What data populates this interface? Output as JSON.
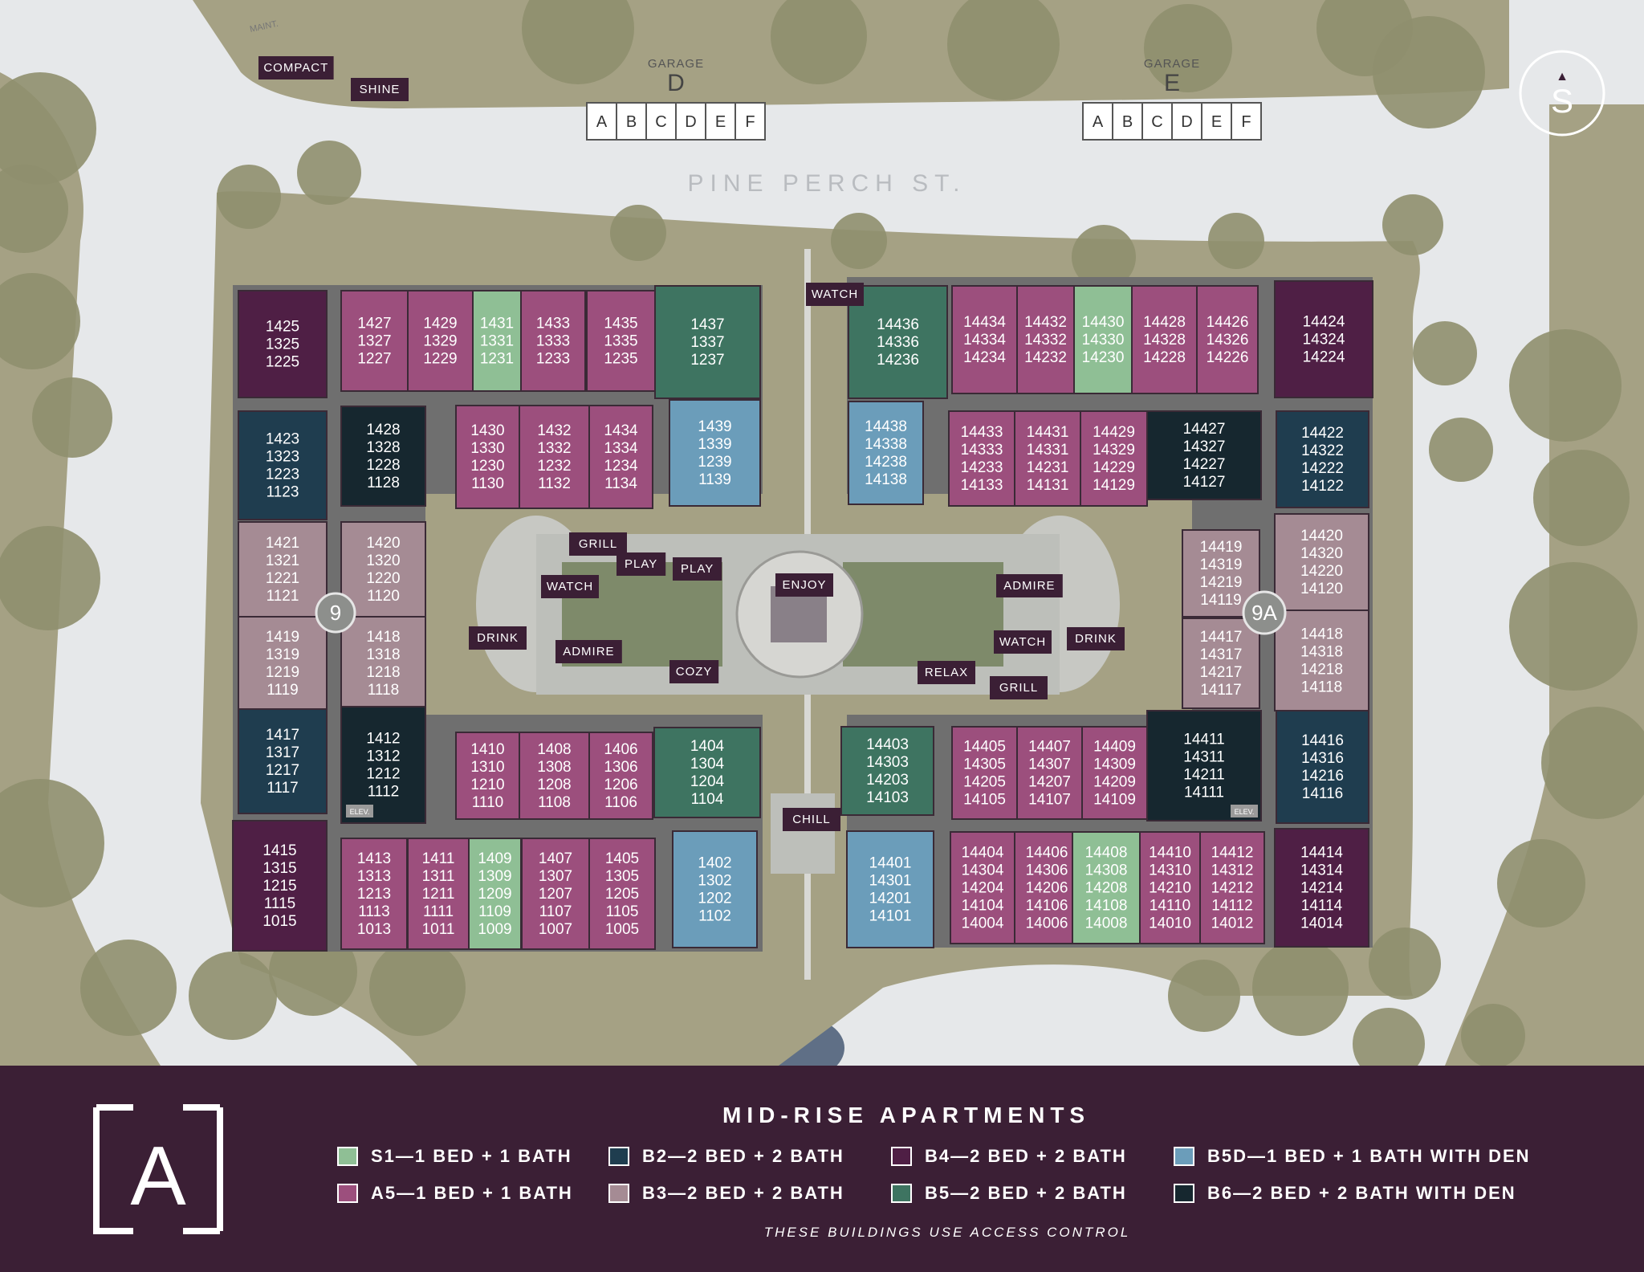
{
  "streets": {
    "pine_perch": "PINE PERCH ST."
  },
  "compass": {
    "letter": "S",
    "arrow": "▲"
  },
  "garages": [
    {
      "label": "GARAGE",
      "letter": "D",
      "bays": [
        "A",
        "B",
        "C",
        "D",
        "E",
        "F"
      ]
    },
    {
      "label": "GARAGE",
      "letter": "E",
      "bays": [
        "A",
        "B",
        "C",
        "D",
        "E",
        "F"
      ]
    }
  ],
  "service_labels": {
    "maint": "MAINT.",
    "compact": "COMPACT",
    "shine": "SHINE"
  },
  "buildings": {
    "west": "9",
    "east": "9A",
    "elev": "ELEV."
  },
  "amenities": [
    "GRILL",
    "PLAY",
    "PLAY",
    "WATCH",
    "DRINK",
    "ADMIRE",
    "COZY",
    "ENJOY",
    "ADMIRE",
    "WATCH",
    "DRINK",
    "RELAX",
    "GRILL",
    "WATCH",
    "CHILL"
  ],
  "units": [
    {
      "lines": [
        "1425",
        "1325",
        "1225"
      ],
      "type": "B4"
    },
    {
      "lines": [
        "1427",
        "1327",
        "1227"
      ],
      "type": "A5"
    },
    {
      "lines": [
        "1429",
        "1329",
        "1229"
      ],
      "type": "A5"
    },
    {
      "lines": [
        "1431",
        "1331",
        "1231"
      ],
      "type": "S1"
    },
    {
      "lines": [
        "1433",
        "1333",
        "1233"
      ],
      "type": "A5"
    },
    {
      "lines": [
        "1435",
        "1335",
        "1235"
      ],
      "type": "A5"
    },
    {
      "lines": [
        "1437",
        "1337",
        "1237"
      ],
      "type": "B5"
    },
    {
      "lines": [
        "1423",
        "1323",
        "1223",
        "1123"
      ],
      "type": "B2"
    },
    {
      "lines": [
        "1428",
        "1328",
        "1228",
        "1128"
      ],
      "type": "B6"
    },
    {
      "lines": [
        "1430",
        "1330",
        "1230",
        "1130"
      ],
      "type": "A5"
    },
    {
      "lines": [
        "1432",
        "1332",
        "1232",
        "1132"
      ],
      "type": "A5"
    },
    {
      "lines": [
        "1434",
        "1334",
        "1234",
        "1134"
      ],
      "type": "A5"
    },
    {
      "lines": [
        "1439",
        "1339",
        "1239",
        "1139"
      ],
      "type": "B5D"
    },
    {
      "lines": [
        "1421",
        "1321",
        "1221",
        "1121"
      ],
      "type": "B3"
    },
    {
      "lines": [
        "1420",
        "1320",
        "1220",
        "1120"
      ],
      "type": "B3"
    },
    {
      "lines": [
        "1419",
        "1319",
        "1219",
        "1119"
      ],
      "type": "B3"
    },
    {
      "lines": [
        "1418",
        "1318",
        "1218",
        "1118"
      ],
      "type": "B3"
    },
    {
      "lines": [
        "1417",
        "1317",
        "1217",
        "1117"
      ],
      "type": "B2"
    },
    {
      "lines": [
        "1412",
        "1312",
        "1212",
        "1112"
      ],
      "type": "B6"
    },
    {
      "lines": [
        "1410",
        "1310",
        "1210",
        "1110"
      ],
      "type": "A5"
    },
    {
      "lines": [
        "1408",
        "1308",
        "1208",
        "1108"
      ],
      "type": "A5"
    },
    {
      "lines": [
        "1406",
        "1306",
        "1206",
        "1106"
      ],
      "type": "A5"
    },
    {
      "lines": [
        "1404",
        "1304",
        "1204",
        "1104"
      ],
      "type": "B5"
    },
    {
      "lines": [
        "1415",
        "1315",
        "1215",
        "1115",
        "1015"
      ],
      "type": "B4"
    },
    {
      "lines": [
        "1413",
        "1313",
        "1213",
        "1113",
        "1013"
      ],
      "type": "A5"
    },
    {
      "lines": [
        "1411",
        "1311",
        "1211",
        "1111",
        "1011"
      ],
      "type": "A5"
    },
    {
      "lines": [
        "1409",
        "1309",
        "1209",
        "1109",
        "1009"
      ],
      "type": "S1"
    },
    {
      "lines": [
        "1407",
        "1307",
        "1207",
        "1107",
        "1007"
      ],
      "type": "A5"
    },
    {
      "lines": [
        "1405",
        "1305",
        "1205",
        "1105",
        "1005"
      ],
      "type": "A5"
    },
    {
      "lines": [
        "1402",
        "1302",
        "1202",
        "1102"
      ],
      "type": "B5D"
    },
    {
      "lines": [
        "14436",
        "14336",
        "14236"
      ],
      "type": "B5"
    },
    {
      "lines": [
        "14434",
        "14334",
        "14234"
      ],
      "type": "A5"
    },
    {
      "lines": [
        "14432",
        "14332",
        "14232"
      ],
      "type": "A5"
    },
    {
      "lines": [
        "14430",
        "14330",
        "14230"
      ],
      "type": "S1"
    },
    {
      "lines": [
        "14428",
        "14328",
        "14228"
      ],
      "type": "A5"
    },
    {
      "lines": [
        "14426",
        "14326",
        "14226"
      ],
      "type": "A5"
    },
    {
      "lines": [
        "14424",
        "14324",
        "14224"
      ],
      "type": "B4"
    },
    {
      "lines": [
        "14438",
        "14338",
        "14238",
        "14138"
      ],
      "type": "B5D"
    },
    {
      "lines": [
        "14433",
        "14333",
        "14233",
        "14133"
      ],
      "type": "A5"
    },
    {
      "lines": [
        "14431",
        "14331",
        "14231",
        "14131"
      ],
      "type": "A5"
    },
    {
      "lines": [
        "14429",
        "14329",
        "14229",
        "14129"
      ],
      "type": "A5"
    },
    {
      "lines": [
        "14427",
        "14327",
        "14227",
        "14127"
      ],
      "type": "B6"
    },
    {
      "lines": [
        "14422",
        "14322",
        "14222",
        "14122"
      ],
      "type": "B2"
    },
    {
      "lines": [
        "14419",
        "14319",
        "14219",
        "14119"
      ],
      "type": "B3"
    },
    {
      "lines": [
        "14420",
        "14320",
        "14220",
        "14120"
      ],
      "type": "B3"
    },
    {
      "lines": [
        "14417",
        "14317",
        "14217",
        "14117"
      ],
      "type": "B3"
    },
    {
      "lines": [
        "14418",
        "14318",
        "14218",
        "14118"
      ],
      "type": "B3"
    },
    {
      "lines": [
        "14403",
        "14303",
        "14203",
        "14103"
      ],
      "type": "B5"
    },
    {
      "lines": [
        "14405",
        "14305",
        "14205",
        "14105"
      ],
      "type": "A5"
    },
    {
      "lines": [
        "14407",
        "14307",
        "14207",
        "14107"
      ],
      "type": "A5"
    },
    {
      "lines": [
        "14409",
        "14309",
        "14209",
        "14109"
      ],
      "type": "A5"
    },
    {
      "lines": [
        "14411",
        "14311",
        "14211",
        "14111"
      ],
      "type": "B6"
    },
    {
      "lines": [
        "14416",
        "14316",
        "14216",
        "14116"
      ],
      "type": "B2"
    },
    {
      "lines": [
        "14401",
        "14301",
        "14201",
        "14101"
      ],
      "type": "B5D"
    },
    {
      "lines": [
        "14404",
        "14304",
        "14204",
        "14104",
        "14004"
      ],
      "type": "A5"
    },
    {
      "lines": [
        "14406",
        "14306",
        "14206",
        "14106",
        "14006"
      ],
      "type": "A5"
    },
    {
      "lines": [
        "14408",
        "14308",
        "14208",
        "14108",
        "14008"
      ],
      "type": "S1"
    },
    {
      "lines": [
        "14410",
        "14310",
        "14210",
        "14110",
        "14010"
      ],
      "type": "A5"
    },
    {
      "lines": [
        "14412",
        "14312",
        "14212",
        "14112",
        "14012"
      ],
      "type": "A5"
    },
    {
      "lines": [
        "14414",
        "14314",
        "14214",
        "14114",
        "14014"
      ],
      "type": "B4"
    }
  ],
  "legend": {
    "title": "MID-RISE APARTMENTS",
    "logo_letter": "A",
    "items": [
      {
        "code": "S1",
        "text": "S1—1 BED + 1 BATH",
        "color": "#8fbf95"
      },
      {
        "code": "B2",
        "text": "B2—2 BED + 2 BATH",
        "color": "#1f3d4f"
      },
      {
        "code": "B4",
        "text": "B4—2 BED + 2 BATH",
        "color": "#4f1f45"
      },
      {
        "code": "B5D",
        "text": "B5D—1 BED + 1 BATH WITH DEN",
        "color": "#6b9dba"
      },
      {
        "code": "A5",
        "text": "A5—1 BED + 1 BATH",
        "color": "#9c4f7d"
      },
      {
        "code": "B3",
        "text": "B3—2 BED + 2 BATH",
        "color": "#a58b94"
      },
      {
        "code": "B5",
        "text": "B5—2 BED + 2 BATH",
        "color": "#3e7461"
      },
      {
        "code": "B6",
        "text": "B6—2 BED + 2 BATH WITH DEN",
        "color": "#16272f"
      }
    ],
    "note": "THESE BUILDINGS USE ACCESS CONTROL"
  },
  "colors": {
    "ground": "#e6e8ea",
    "lawn": "#a5a184",
    "tree": "#8f8f6e",
    "path": "#6f6f6f",
    "courtyard": "#c7c8c3",
    "label_bg": "#3b1f35"
  }
}
